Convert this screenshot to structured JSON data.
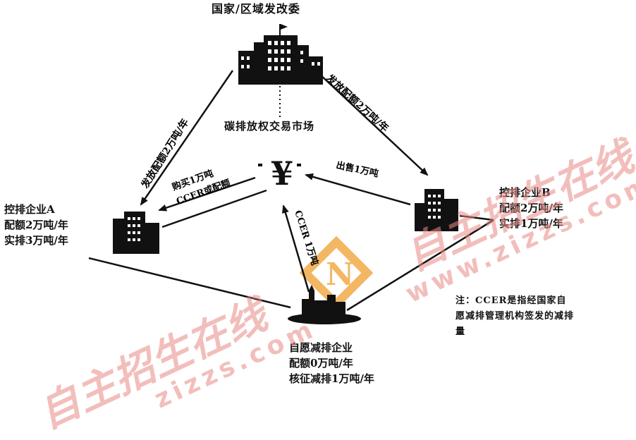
{
  "nodes": {
    "commission": "国家/区域发改委",
    "market": "碳排放权交易市场",
    "company_a": [
      "控排企业A",
      "配额2万吨/年",
      "实排3万吨/年"
    ],
    "company_b": [
      "控排企业B",
      "配额2万吨/年",
      "实排1万吨/年"
    ],
    "voluntary": [
      "自愿减排企业",
      "配额0万吨/年",
      "核征减排1万吨/年"
    ]
  },
  "edges": {
    "issue_left": "发放配额2万吨/年",
    "issue_right": "发放配额2万吨/年",
    "buy_line1": "购买1万吨",
    "buy_line2": "CCER或配额",
    "sell": "出售1万吨",
    "ccer": "CCER 1万吨"
  },
  "note": "注：CCER是指经国家自愿减排管理机构签发的减排量",
  "watermark": {
    "text": "自主招生在线",
    "url": "www.zizzs.com",
    "url_short": "zizzs.com",
    "color": "#e88a84"
  },
  "colors": {
    "ink": "#111111",
    "logo_orange": "#f0a030"
  }
}
